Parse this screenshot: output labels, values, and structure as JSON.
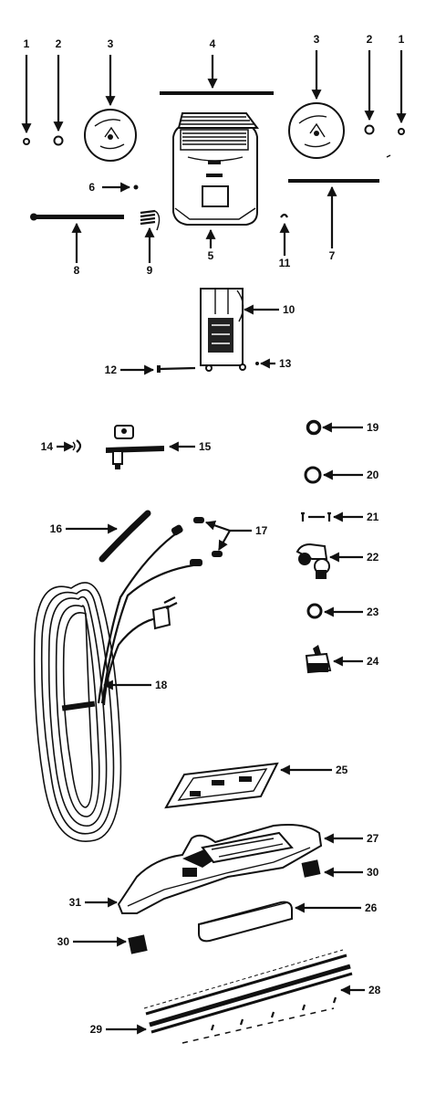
{
  "diagram": {
    "callouts": [
      {
        "id": "c1a",
        "label": "1"
      },
      {
        "id": "c2a",
        "label": "2"
      },
      {
        "id": "c3a",
        "label": "3"
      },
      {
        "id": "c4",
        "label": "4"
      },
      {
        "id": "c3b",
        "label": "3"
      },
      {
        "id": "c2b",
        "label": "2"
      },
      {
        "id": "c1b",
        "label": "1"
      },
      {
        "id": "c6",
        "label": "6"
      },
      {
        "id": "c8",
        "label": "8"
      },
      {
        "id": "c9",
        "label": "9"
      },
      {
        "id": "c5",
        "label": "5"
      },
      {
        "id": "c11",
        "label": "11"
      },
      {
        "id": "c7",
        "label": "7"
      },
      {
        "id": "c10",
        "label": "10"
      },
      {
        "id": "c12",
        "label": "12"
      },
      {
        "id": "c13",
        "label": "13"
      },
      {
        "id": "c14",
        "label": "14"
      },
      {
        "id": "c15",
        "label": "15"
      },
      {
        "id": "c19",
        "label": "19"
      },
      {
        "id": "c20",
        "label": "20"
      },
      {
        "id": "c16",
        "label": "16"
      },
      {
        "id": "c17",
        "label": "17"
      },
      {
        "id": "c21",
        "label": "21"
      },
      {
        "id": "c22",
        "label": "22"
      },
      {
        "id": "c23",
        "label": "23"
      },
      {
        "id": "c24",
        "label": "24"
      },
      {
        "id": "c18",
        "label": "18"
      },
      {
        "id": "c25",
        "label": "25"
      },
      {
        "id": "c27",
        "label": "27"
      },
      {
        "id": "c30a",
        "label": "30"
      },
      {
        "id": "c31",
        "label": "31"
      },
      {
        "id": "c26",
        "label": "26"
      },
      {
        "id": "c30b",
        "label": "30"
      },
      {
        "id": "c28",
        "label": "28"
      },
      {
        "id": "c29",
        "label": "29"
      }
    ]
  }
}
